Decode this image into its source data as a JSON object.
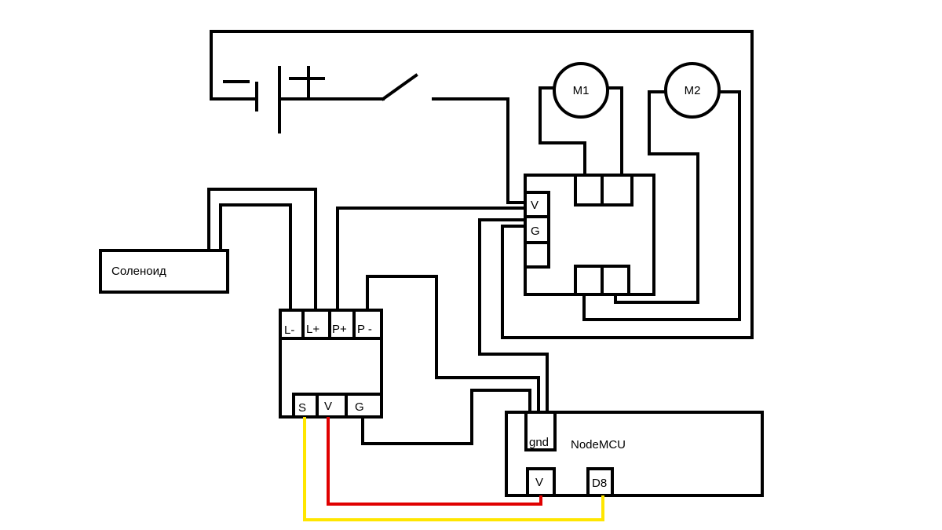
{
  "motors": {
    "m1": "M1",
    "m2": "M2"
  },
  "solenoid": {
    "label": "Соленоид"
  },
  "relay_module": {
    "pins_top": [
      "L-",
      "L+",
      "P+",
      "P -"
    ],
    "pins_bottom": [
      "S",
      "V",
      "G"
    ]
  },
  "motor_driver": {
    "pins": [
      "V",
      "G"
    ]
  },
  "nodemcu": {
    "label": "NodeMCU",
    "pin_gnd": "gnd",
    "pin_v": "V",
    "pin_d8": "D8"
  },
  "wire_colors": {
    "signal": "#ffe600",
    "power": "#e00000",
    "default": "#000000"
  }
}
